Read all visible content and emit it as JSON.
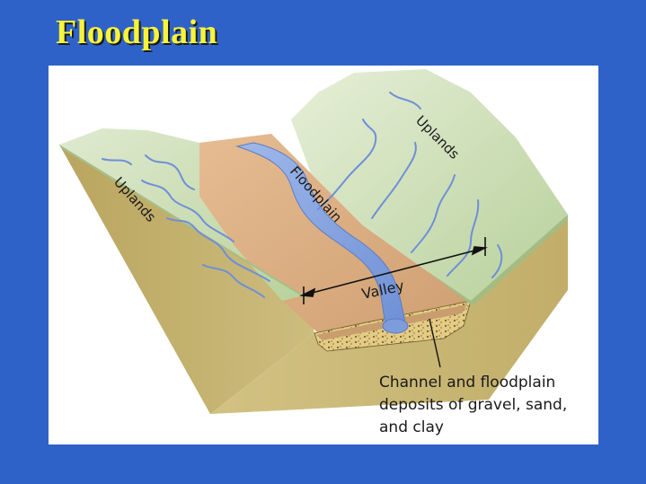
{
  "slide": {
    "title": "Floodplain"
  },
  "diagram": {
    "labels": {
      "uplands_left": "Uplands",
      "uplands_right": "Uplands",
      "floodplain": "Floodplain",
      "valley": "Valley"
    },
    "caption_lines": [
      "Channel and floodplain",
      "deposits of gravel, sand,",
      "and clay"
    ]
  },
  "colors": {
    "background": "#2f62c9",
    "title": "#f7f43a",
    "upland_top": "#c8ddb0",
    "block_side": "#c9b877",
    "floodplain": "#d9aa7c",
    "river": "#8aa7e0"
  }
}
